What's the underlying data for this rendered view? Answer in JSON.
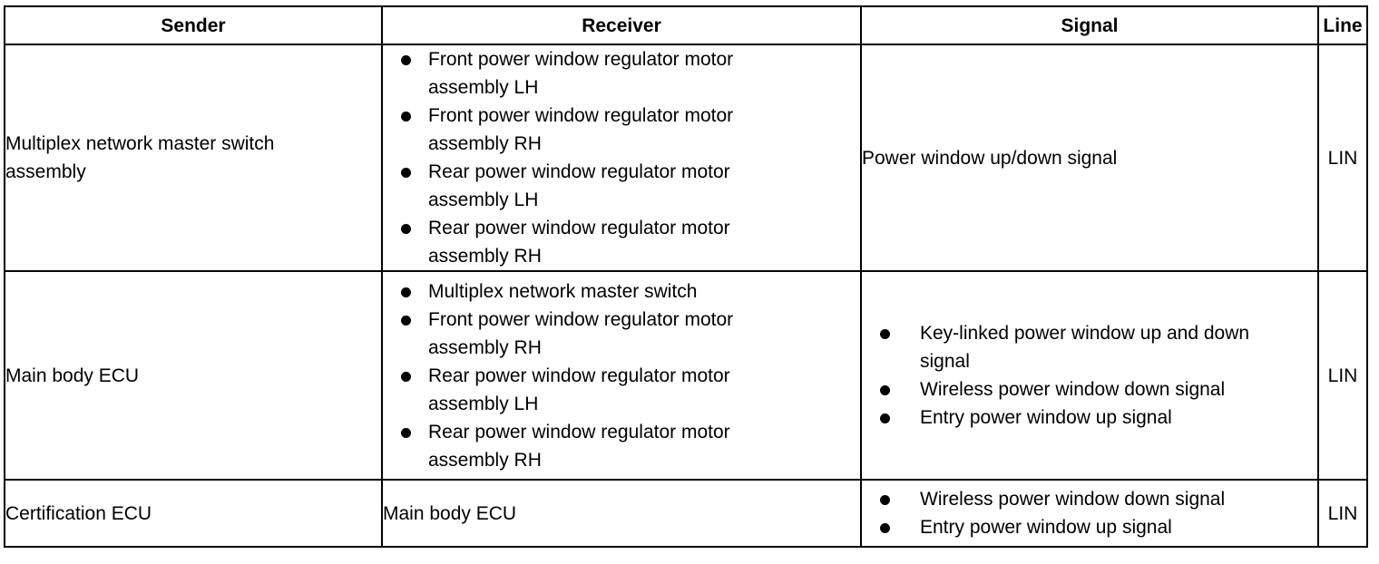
{
  "table": {
    "headers": {
      "sender": "Sender",
      "receiver": "Receiver",
      "signal": "Signal",
      "line": "Line"
    },
    "rows": [
      {
        "sender": "Multiplex network master switch assembly",
        "receivers": [
          "Front power window regulator motor assembly LH",
          "Front power window regulator motor assembly RH",
          "Rear power window regulator motor assembly LH",
          "Rear power window regulator motor assembly RH"
        ],
        "signal": "Power window up/down signal",
        "line": "LIN"
      },
      {
        "sender": "Main body ECU",
        "receivers": [
          "Multiplex network master switch",
          "Front power window regulator motor assembly RH",
          "Rear power window regulator motor assembly LH",
          "Rear power window regulator motor assembly RH"
        ],
        "signals": [
          "Key-linked power window up and down signal",
          "Wireless power window down signal",
          "Entry power window up signal"
        ],
        "line": "LIN"
      },
      {
        "sender": "Certification ECU",
        "receiver": "Main body ECU",
        "signals": [
          "Wireless power window down signal",
          "Entry power window up signal"
        ],
        "line": "LIN"
      }
    ]
  }
}
